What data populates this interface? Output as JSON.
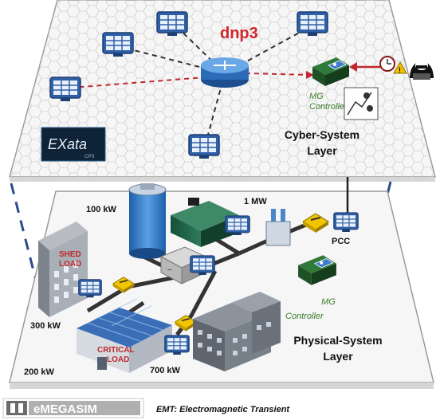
{
  "cyber_layer": {
    "protocol_label": "dnp3",
    "controller_label": "MG Controller",
    "layer_title_line1": "Cyber-System",
    "layer_title_line2": "Layer",
    "exata_brand": "EXata",
    "exata_sub": "CPS"
  },
  "physical_layer": {
    "layer_title_line1": "Physical-System",
    "layer_title_line2": "Layer",
    "controller_label": "MG Controller",
    "pcc_label": "PCC",
    "battery_rating": "100 kW",
    "generator_rating": "1 MW",
    "shed_load_line1": "SHED",
    "shed_load_line2": "LOAD",
    "shed_load_rating": "300 kW",
    "critical_load_line1": "CRITICAL",
    "critical_load_line2": "LOAD",
    "critical_load_rating": "200 kW",
    "industrial_rating": "700 kW"
  },
  "footer": {
    "brand": "eMEGASIM",
    "caption": "EMT: Electromagnetic Transient"
  },
  "colors": {
    "attack_red": "#c0282d",
    "dash_blue": "#2b4c8c",
    "controller_green": "#3a7d2a",
    "brand_red": "#d0262c"
  }
}
